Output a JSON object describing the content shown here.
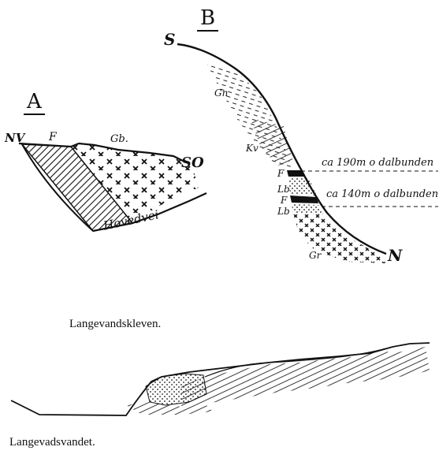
{
  "section_a": {
    "letter": "A",
    "label_nw": "NV",
    "label_f": "F",
    "label_gb": "Gb.",
    "label_se": "SO",
    "label_road": "Hovedvei"
  },
  "section_b": {
    "letter": "B",
    "label_s": "S",
    "label_n": "N",
    "label_gn": "Gn",
    "label_kv": "Kv",
    "label_f1": "F",
    "label_f2": "F",
    "label_lb1": "Lb",
    "label_lb2": "Lb",
    "label_gr": "Gr",
    "level_upper": "ca 190m o dalbunden",
    "level_lower": "ca 140m o dalbunden"
  },
  "caption_top": "Langevandskleven.",
  "caption_bottom": "Langevadsvandet."
}
